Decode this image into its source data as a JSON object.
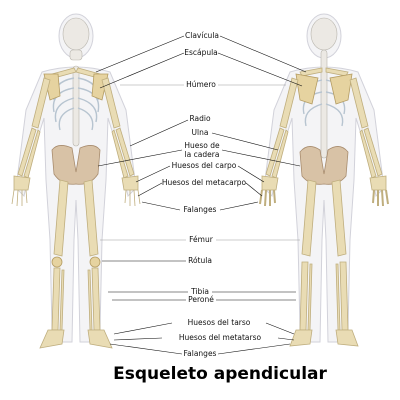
{
  "title": "Esqueleto apendicular",
  "labels": {
    "clavicula": "Clavícula",
    "escapula": "Escápula",
    "humero": "Húmero",
    "radio": "Radio",
    "ulna": "Ulna",
    "cadera_1": "Hueso de",
    "cadera_2": "la cadera",
    "carpo": "Huesos del carpo",
    "metacarpo": "Huesos del metacarpo",
    "falanges_mano": "Falanges",
    "femur": "Fémur",
    "rotula": "Rótula",
    "tibia": "Tibia",
    "perone": "Peroné",
    "tarso": "Huesos del tarso",
    "metatarso": "Huesos del metatarso",
    "falanges_pie": "Falanges"
  },
  "colors": {
    "appendicular_bone": "#e9dcb4",
    "axial_bone": "#ece9e4",
    "body_outline": "#f4f4f6",
    "leader": "#111111"
  }
}
